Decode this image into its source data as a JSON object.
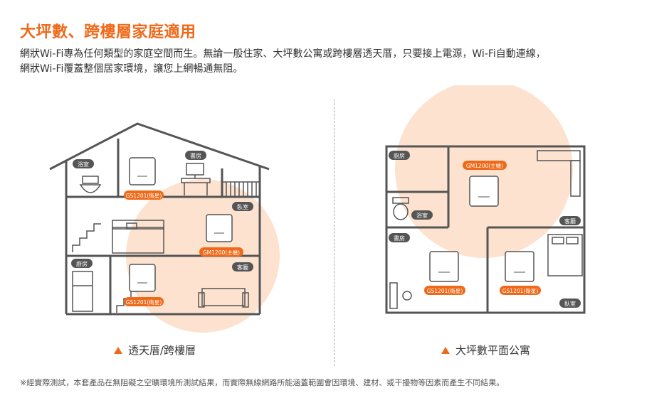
{
  "heading": "大坪數、跨樓層家庭適用",
  "description": {
    "line1": "網狀Wi-Fi專為任何類型的家庭空間而生。無論一般住家、大坪數公寓或跨樓層透天厝，只要接上電源，Wi-Fi自動連線，",
    "line2": "網狀Wi-Fi覆蓋整個居家環境，讓您上網暢通無阻。"
  },
  "left": {
    "caption": "透天厝/跨樓層",
    "rooms": {
      "bath": "浴室",
      "study": "書房",
      "bedroom": "臥室",
      "living": "客廳",
      "kitchen": "廚房"
    },
    "devices": {
      "top": "GS1201(衛星)",
      "middle": "GM1200(主機)",
      "bottom": "GS1201(衛星)"
    }
  },
  "right": {
    "caption": "大坪數平面公寓",
    "rooms": {
      "kitchen": "廚房",
      "bath": "浴室",
      "study": "書房",
      "living": "客廳",
      "bedroom": "臥室"
    },
    "devices": {
      "main": "GM1200(主機)",
      "sat1": "GS1201(衛星)",
      "sat2": "GS1201(衛星)"
    }
  },
  "footnote": "※經實際測試，本套產品在無阻礙之空曠環境所測試結果，而實際無線網路所能涵蓋範圍會因環境、建材、或干擾物等因素而產生不同結果。",
  "colors": {
    "accent": "#ee6a1a",
    "coverage": "#fde3cf",
    "wall": "#555555"
  }
}
